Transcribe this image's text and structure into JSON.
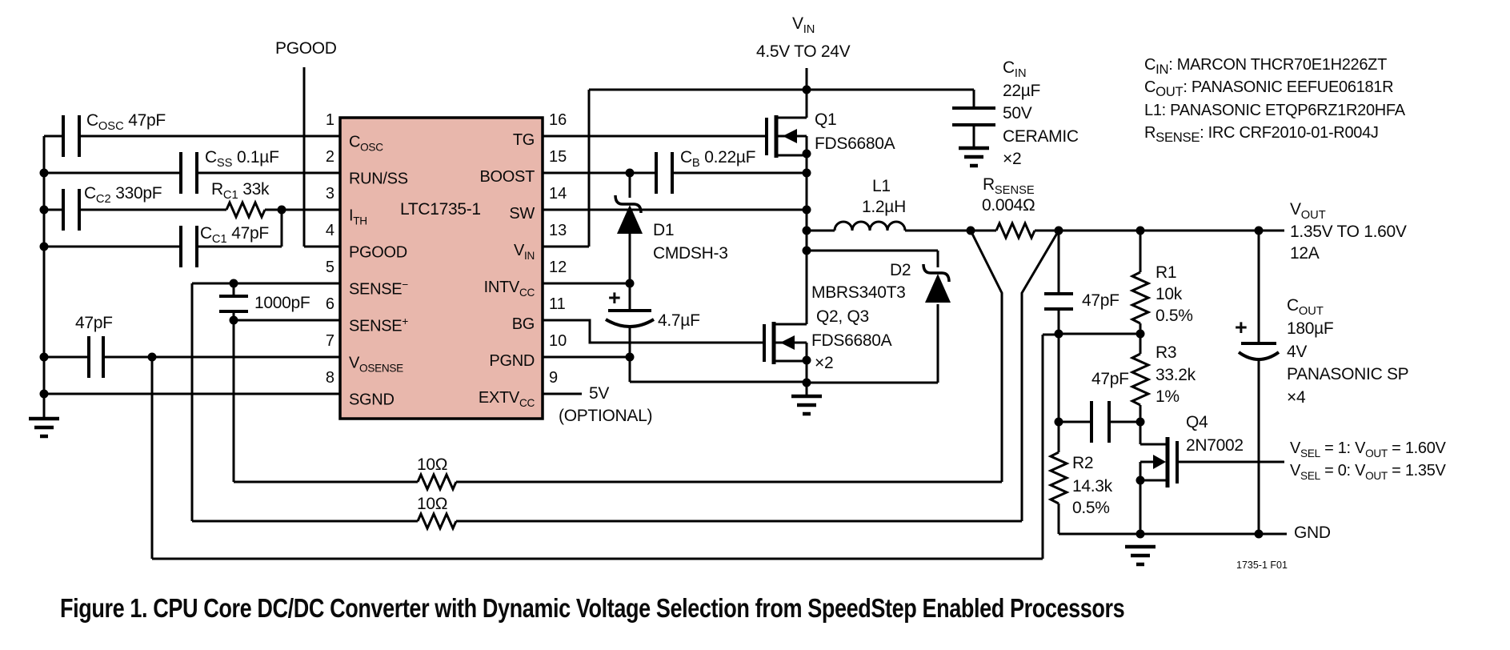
{
  "colors": {
    "ic_fill": "#e8b7ac",
    "stroke": "#000000"
  },
  "ic": {
    "name": "LTC1735-1",
    "pins_left": [
      {
        "num": "1",
        "pre": "C",
        "sub": "OSC",
        "sup": ""
      },
      {
        "num": "2",
        "pre": "RUN/SS",
        "sub": "",
        "sup": ""
      },
      {
        "num": "3",
        "pre": "I",
        "sub": "TH",
        "sup": ""
      },
      {
        "num": "4",
        "pre": "PGOOD",
        "sub": "",
        "sup": ""
      },
      {
        "num": "5",
        "pre": "SENSE",
        "sub": "",
        "sup": "−"
      },
      {
        "num": "6",
        "pre": "SENSE",
        "sub": "",
        "sup": "+"
      },
      {
        "num": "7",
        "pre": "V",
        "sub": "OSENSE",
        "sup": ""
      },
      {
        "num": "8",
        "pre": "SGND",
        "sub": "",
        "sup": ""
      }
    ],
    "pins_right": [
      {
        "num": "16",
        "pre": "TG",
        "sub": ""
      },
      {
        "num": "15",
        "pre": "BOOST",
        "sub": ""
      },
      {
        "num": "14",
        "pre": "SW",
        "sub": ""
      },
      {
        "num": "13",
        "pre": "V",
        "sub": "IN"
      },
      {
        "num": "12",
        "pre": "INTV",
        "sub": "CC"
      },
      {
        "num": "11",
        "pre": "BG",
        "sub": ""
      },
      {
        "num": "10",
        "pre": "PGND",
        "sub": ""
      },
      {
        "num": "9",
        "pre": "EXTV",
        "sub": "CC"
      }
    ]
  },
  "nets": {
    "pgood": "PGOOD",
    "vin": {
      "pre": "V",
      "sub": "IN"
    },
    "vin_range": "4.5V TO 24V",
    "vout": {
      "pre": "V",
      "sub": "OUT"
    },
    "vout_range": "1.35V TO 1.60V",
    "vout_current": "12A",
    "gnd": "GND",
    "ext5v": "5V",
    "ext5v_note": "(OPTIONAL)",
    "vsel1": {
      "pre": "V",
      "sub": "SEL",
      "mid": " = 1: V",
      "sub2": "OUT",
      "post": " = 1.60V"
    },
    "vsel0": {
      "pre": "V",
      "sub": "SEL",
      "mid": " = 0: V",
      "sub2": "OUT",
      "post": " = 1.35V"
    }
  },
  "components": {
    "cosc": {
      "pre": "C",
      "sub": "OSC",
      "post": " 47pF"
    },
    "css": {
      "pre": "C",
      "sub": "SS",
      "post": " 0.1µF"
    },
    "cc2": {
      "pre": "C",
      "sub": "C2",
      "post": " 330pF"
    },
    "rc1": {
      "pre": "R",
      "sub": "C1",
      "post": " 33k"
    },
    "cc1": {
      "pre": "C",
      "sub": "C1",
      "post": " 47pF"
    },
    "c47_vosense": "47pF",
    "c1000": "1000pF",
    "r10_sense_plus": "10Ω",
    "r10_sense_minus": "10Ω",
    "cb": {
      "pre": "C",
      "sub": "B",
      "post": " 0.22µF"
    },
    "q1": {
      "ref": "Q1",
      "part": "FDS6680A"
    },
    "cin": {
      "pre": "C",
      "sub": "IN",
      "val": "22µF",
      "volt": "50V",
      "type": "CERAMIC",
      "mult": "×2"
    },
    "d1": {
      "ref": "D1",
      "part": "CMDSH-3"
    },
    "c4u7": {
      "plus": "+",
      "val": "4.7µF"
    },
    "d2": {
      "ref": "D2",
      "part": "MBRS340T3"
    },
    "q23": {
      "ref": "Q2, Q3",
      "part": "FDS6680A",
      "mult": "×2"
    },
    "l1": {
      "ref": "L1",
      "val": "1.2µH"
    },
    "rsense": {
      "pre": "R",
      "sub": "SENSE",
      "val": "0.004Ω"
    },
    "c47_sense": "47pF",
    "r1": {
      "ref": "R1",
      "val": "10k",
      "tol": "0.5%"
    },
    "r3": {
      "ref": "R3",
      "val": "33.2k",
      "tol": "1%"
    },
    "c47_q4": "47pF",
    "cout": {
      "pre": "C",
      "sub": "OUT",
      "val": "180µF",
      "volt": "4V",
      "type": "PANASONIC SP",
      "mult": "×4",
      "plus": "+"
    },
    "q4": {
      "ref": "Q4",
      "part": "2N7002"
    },
    "r2": {
      "ref": "R2",
      "val": "14.3k",
      "tol": "0.5%"
    }
  },
  "bom": [
    {
      "pre": "C",
      "sub": "IN",
      "post": ": MARCON THCR70E1H226ZT"
    },
    {
      "pre": "C",
      "sub": "OUT",
      "post": ": PANASONIC EEFUE06181R"
    },
    {
      "pre": "L1",
      "sub": "",
      "post": ": PANASONIC ETQP6RZ1R20HFA"
    },
    {
      "pre": "R",
      "sub": "SENSE",
      "post": ": IRC CRF2010-01-R004J"
    }
  ],
  "footer": {
    "code": "1735-1 F01",
    "caption": "Figure 1. CPU Core DC/DC Converter with Dynamic Voltage Selection from SpeedStep Enabled Processors"
  }
}
